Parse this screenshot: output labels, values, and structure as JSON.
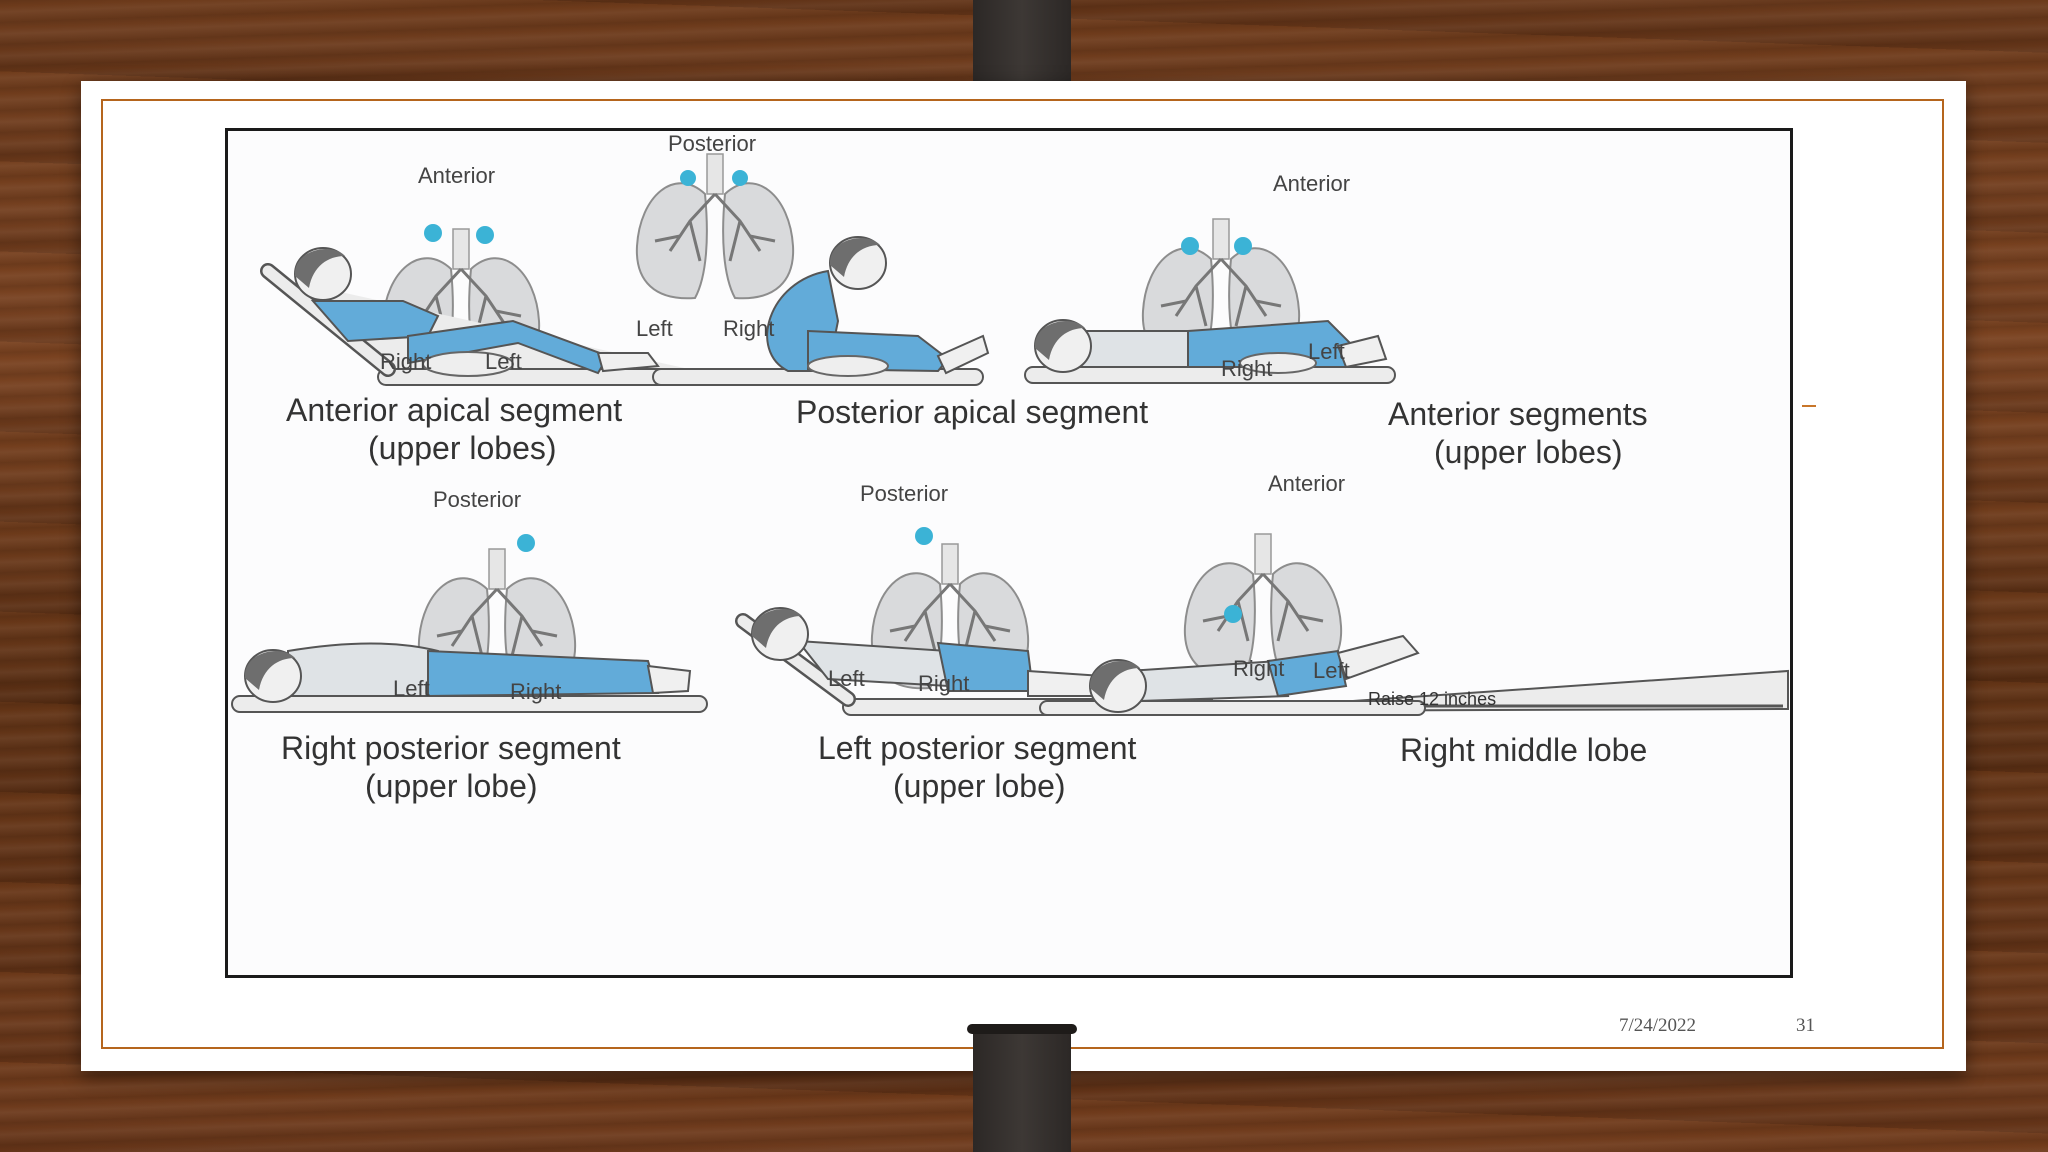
{
  "slide": {
    "date": "7/24/2022",
    "page_number": "31"
  },
  "positions": [
    {
      "id": "p1",
      "view": "Anterior",
      "side_a": "Right",
      "side_b": "Left",
      "caption_line1": "Anterior apical segment",
      "caption_line2": "(upper lobes)"
    },
    {
      "id": "p2",
      "view": "Posterior",
      "side_a": "Left",
      "side_b": "Right",
      "caption_line1": "Posterior apical segment",
      "caption_line2": ""
    },
    {
      "id": "p3",
      "view": "Anterior",
      "side_a": "Right",
      "side_b": "Left",
      "caption_line1": "Anterior segments",
      "caption_line2": "(upper lobes)"
    },
    {
      "id": "p4",
      "view": "Posterior",
      "side_a": "Left",
      "side_b": "Right",
      "caption_line1": "Right posterior segment",
      "caption_line2": "(upper lobe)"
    },
    {
      "id": "p5",
      "view": "Posterior",
      "side_a": "Left",
      "side_b": "Right",
      "caption_line1": "Left posterior segment",
      "caption_line2": "(upper lobe)"
    },
    {
      "id": "p6",
      "view": "Anterior",
      "side_a": "Right",
      "side_b": "Left",
      "caption_line1": "Right middle lobe",
      "caption_line2": "",
      "note": "Raise 12 inches"
    }
  ],
  "colors": {
    "frame_accent": "#b5651d",
    "lung_fill": "#d9dadc",
    "highlight": "#3bb3d6",
    "clothing": "#62abd9",
    "skin": "#f0f0f0",
    "hair": "#6e6e6e"
  }
}
